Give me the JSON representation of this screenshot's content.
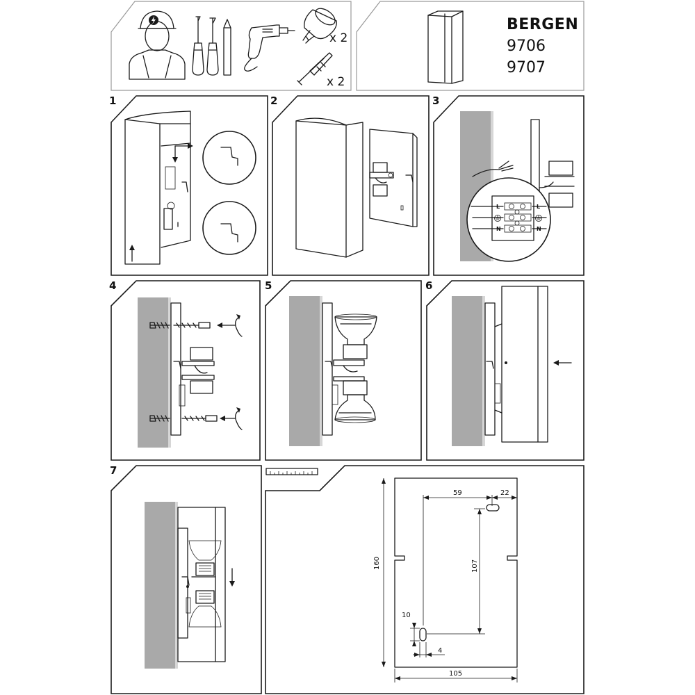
{
  "header": {
    "product_name": "BERGEN",
    "codes": [
      "9706",
      "9707"
    ],
    "bulb_quantity": "x 2",
    "plug_quantity": "x 2"
  },
  "steps": [
    {
      "number": "1"
    },
    {
      "number": "2"
    },
    {
      "number": "3"
    },
    {
      "number": "4"
    },
    {
      "number": "5"
    },
    {
      "number": "6"
    },
    {
      "number": "7"
    }
  ],
  "wiring": {
    "terminal_live": "L",
    "terminal_neutral": "N"
  },
  "template_dimensions": {
    "width_label": "105",
    "height_label": "160",
    "horizontal_offset_label": "59",
    "edge_offset_label": "22",
    "hole_spacing_label": "107",
    "slot_height_label": "10",
    "slot_width_label": "4"
  },
  "colors": {
    "line": "#1a1a1a",
    "wall": "#a9a9a9",
    "wall_edge": "#d6d6d6",
    "paper": "#ffffff"
  }
}
